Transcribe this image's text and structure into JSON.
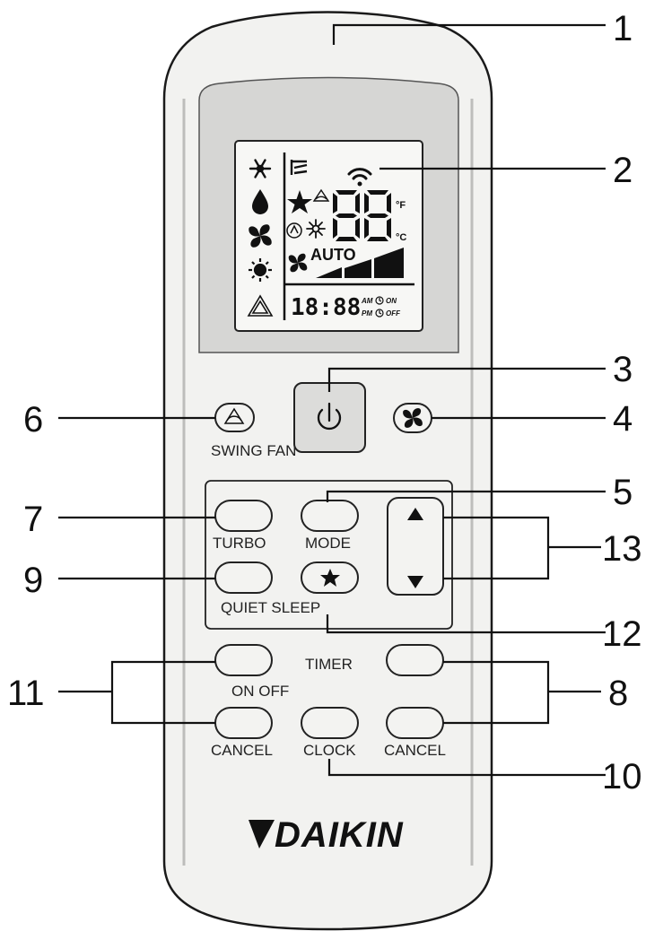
{
  "brand": "DAIKIN",
  "callouts": [
    "1",
    "2",
    "3",
    "4",
    "5",
    "6",
    "7",
    "8",
    "9",
    "10",
    "11",
    "12",
    "13"
  ],
  "lcd": {
    "digits": "88",
    "unit_f": "°F",
    "unit_c": "°C",
    "fan_mode": "AUTO",
    "clock": "18:88",
    "am": "AM",
    "pm": "PM",
    "on": "ON",
    "off": "OFF"
  },
  "labels": {
    "swing_fan": "SWING FAN",
    "turbo": "TURBO",
    "mode": "MODE",
    "quiet_sleep": "QUIET SLEEP",
    "timer": "TIMER",
    "on_off": "ON OFF",
    "cancel_left": "CANCEL",
    "clock": "CLOCK",
    "cancel_right": "CANCEL"
  },
  "colors": {
    "body": "#f2f2f0",
    "screen_bezel": "#d6d6d4",
    "lcd": "#f7f7f5",
    "power_button": "#dcdcda"
  },
  "icons": [
    "snowflake-icon",
    "drop-icon",
    "fan-icon",
    "sun-icon",
    "triangle-icon",
    "swing-flap-icon",
    "signal-icon",
    "star-icon",
    "swing-icon",
    "quiet-icon",
    "turbo-icon",
    "timer-clock-icon",
    "power-icon",
    "up-arrow-icon",
    "down-arrow-icon",
    "daikin-logo-icon"
  ]
}
